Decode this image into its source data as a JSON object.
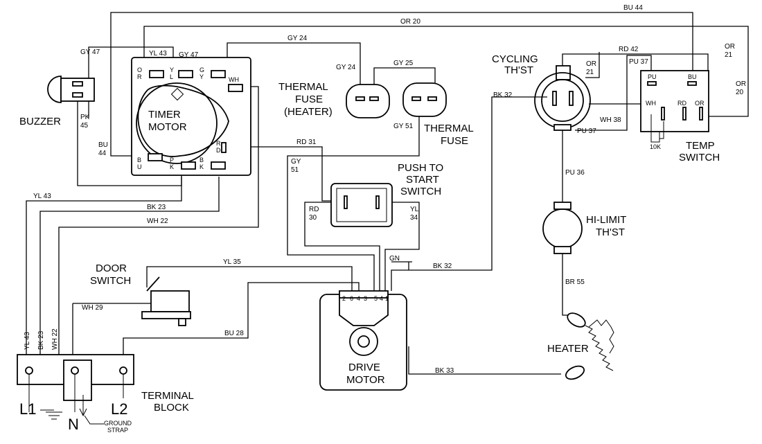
{
  "components": {
    "buzzer": "BUZZER",
    "timer_motor": [
      "TIMER",
      "MOTOR"
    ],
    "thermal_fuse_heater": [
      "THERMAL",
      "FUSE",
      "(HEATER)"
    ],
    "thermal_fuse": [
      "THERMAL",
      "FUSE"
    ],
    "cycling_thst": [
      "CYCLING",
      "TH'ST"
    ],
    "temp_switch": [
      "TEMP",
      "SWITCH"
    ],
    "push_to_start_switch": [
      "PUSH TO",
      "START",
      "SWITCH"
    ],
    "hi_limit_thst": [
      "HI-LIMIT",
      "TH'ST"
    ],
    "door_switch": [
      "DOOR",
      "SWITCH"
    ],
    "heater": "HEATER",
    "drive_motor": [
      "DRIVE",
      "MOTOR"
    ],
    "terminal_block": [
      "TERMINAL",
      "BLOCK"
    ],
    "ground_strap": [
      "GROUND",
      "STRAP"
    ],
    "resistor_10k": "10K"
  },
  "terminals": {
    "l1": "L1",
    "n": "N",
    "l2": "L2"
  },
  "wires": {
    "bu44_top": "BU 44",
    "or20_top": "OR 20",
    "gy47_left": "GY 47",
    "gy47_top": "GY 47",
    "gy24_top": "GY 24",
    "gy24_fuse": "GY 24",
    "gy25": "GY 25",
    "gy51_fuse": "GY 51",
    "gy51_left_a": "GY",
    "gy51_left_b": "51",
    "pk45_a": "PK",
    "pk45_b": "45",
    "bu44_left_a": "BU",
    "bu44_left_b": "44",
    "yl43_timer": "YL 43",
    "yl43_left": "YL 43",
    "bk23": "BK 23",
    "wh22": "WH 22",
    "rd31": "RD 31",
    "rd30_a": "RD",
    "rd30_b": "30",
    "yl34_a": "YL",
    "yl34_b": "34",
    "rd42": "RD 42",
    "or21_a": "OR",
    "or21_b": "21",
    "or21r_a": "OR",
    "or21r_b": "21",
    "or20r_a": "OR",
    "or20r_b": "20",
    "pu37_top": "PU 37",
    "pu37_bottom": "PU 37",
    "wh38": "WH 38",
    "bk32_top": "BK 32",
    "bk32_mid": "BK 32",
    "pu36": "PU 36",
    "br55": "BR 55",
    "gn": "GN",
    "yl35": "YL 35",
    "wh29": "WH 29",
    "bu28": "BU 28",
    "bk33": "BK 33",
    "yl43_v": "YL 43",
    "bk23_v": "BK 23",
    "wh22_v": "WH 22"
  },
  "pins": {
    "timer_or_a": "O",
    "timer_or_b": "R",
    "timer_yl_a": "Y",
    "timer_yl_b": "L",
    "timer_gy_a": "G",
    "timer_gy_b": "Y",
    "timer_wh": "WH",
    "timer_rd_a": "R",
    "timer_rd_b": "D",
    "timer_bu_a": "B",
    "timer_bu_b": "U",
    "timer_pk_a": "P",
    "timer_pk_b": "K",
    "timer_bk_a": "B",
    "timer_bk_b": "K",
    "ts_pu": "PU",
    "ts_bu": "BU",
    "ts_wh": "WH",
    "ts_rd": "RD",
    "ts_or": "OR",
    "motor_2": "2",
    "motor_6": "6",
    "motor_4": "4",
    "motor_3": "3",
    "motor_5": "5",
    "motor_4b": "4",
    "motor_1": "1"
  }
}
